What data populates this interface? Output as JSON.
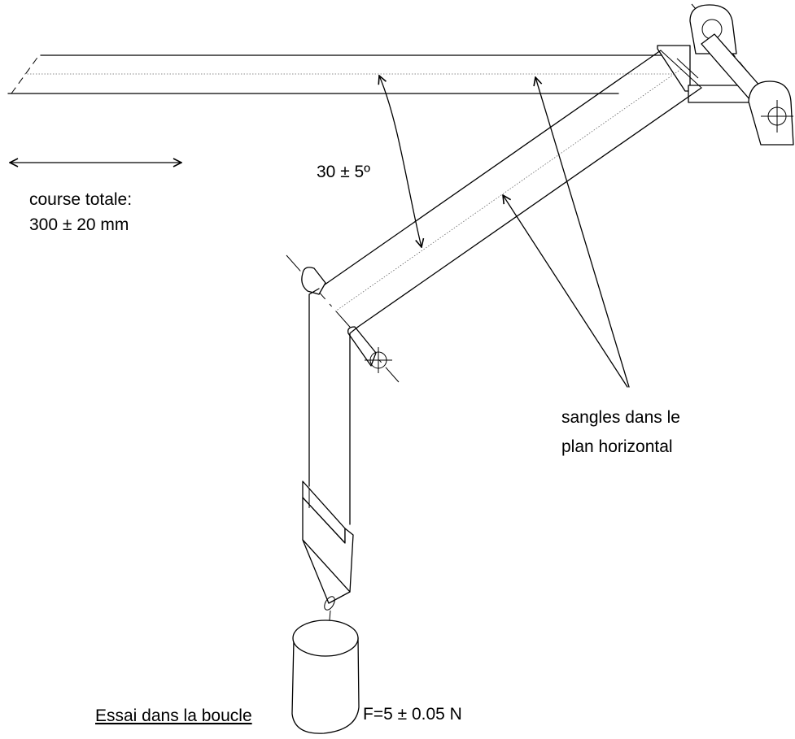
{
  "labels": {
    "angle": "30 ± 5º",
    "travel_line1": "course totale:",
    "travel_line2": "300 ±  20 mm",
    "straps_line1": "sangles dans le",
    "straps_line2": "plan horizontal",
    "force": "F=5 ± 0.05 N",
    "caption": "Essai dans la boucle"
  }
}
